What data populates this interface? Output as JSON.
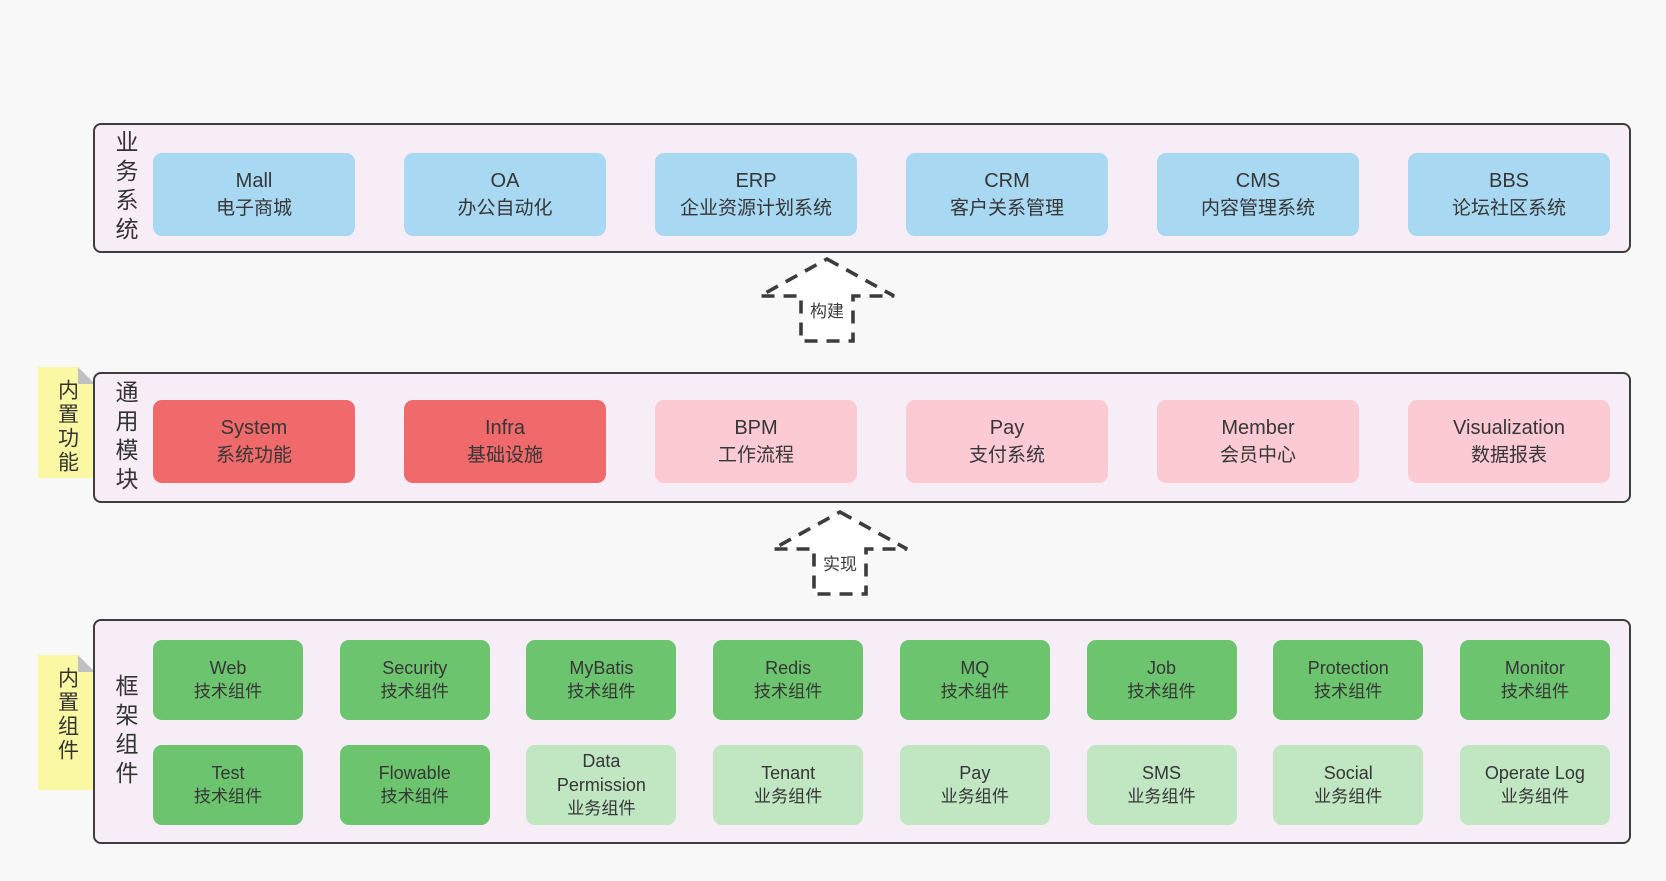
{
  "palette": {
    "page_bg": "#f8f8f8",
    "layer_bg": "#f7edf6",
    "layer_border": "#3d3d3d",
    "blue": "#a8d8f2",
    "red": "#f0696b",
    "pink": "#fbcad3",
    "green": "#6cc46e",
    "green_light": "#c0e6c2",
    "note_yellow": "#faf8a2",
    "note_fold_gray": "#bfc0c4",
    "text": "#363636",
    "arrow_fill": "#ffffff"
  },
  "layers": [
    {
      "title": "业务系统",
      "boxes": [
        {
          "en": "Mall",
          "zh": "电子商城"
        },
        {
          "en": "OA",
          "zh": "办公自动化"
        },
        {
          "en": "ERP",
          "zh": "企业资源计划系统"
        },
        {
          "en": "CRM",
          "zh": "客户关系管理"
        },
        {
          "en": "CMS",
          "zh": "内容管理系统"
        },
        {
          "en": "BBS",
          "zh": "论坛社区系统"
        }
      ]
    },
    {
      "title": "通用模块",
      "note": "内置功能",
      "boxes": [
        {
          "en": "System",
          "zh": "系统功能"
        },
        {
          "en": "Infra",
          "zh": "基础设施"
        },
        {
          "en": "BPM",
          "zh": "工作流程"
        },
        {
          "en": "Pay",
          "zh": "支付系统"
        },
        {
          "en": "Member",
          "zh": "会员中心"
        },
        {
          "en": "Visualization",
          "zh": "数据报表"
        }
      ]
    },
    {
      "title": "框架组件",
      "note": "内置组件",
      "rows": [
        [
          {
            "en": "Web",
            "zh": "技术组件"
          },
          {
            "en": "Security",
            "zh": "技术组件"
          },
          {
            "en": "MyBatis",
            "zh": "技术组件"
          },
          {
            "en": "Redis",
            "zh": "技术组件"
          },
          {
            "en": "MQ",
            "zh": "技术组件"
          },
          {
            "en": "Job",
            "zh": "技术组件"
          },
          {
            "en": "Protection",
            "zh": "技术组件"
          },
          {
            "en": "Monitor",
            "zh": "技术组件"
          }
        ],
        [
          {
            "en": "Test",
            "zh": "技术组件"
          },
          {
            "en": "Flowable",
            "zh": "技术组件"
          },
          {
            "en": "Data Permission",
            "zh": "业务组件"
          },
          {
            "en": "Tenant",
            "zh": "业务组件"
          },
          {
            "en": "Pay",
            "zh": "业务组件"
          },
          {
            "en": "SMS",
            "zh": "业务组件"
          },
          {
            "en": "Social",
            "zh": "业务组件"
          },
          {
            "en": "Operate Log",
            "zh": "业务组件"
          }
        ]
      ]
    }
  ],
  "arrows": [
    {
      "label": "构建"
    },
    {
      "label": "实现"
    }
  ]
}
